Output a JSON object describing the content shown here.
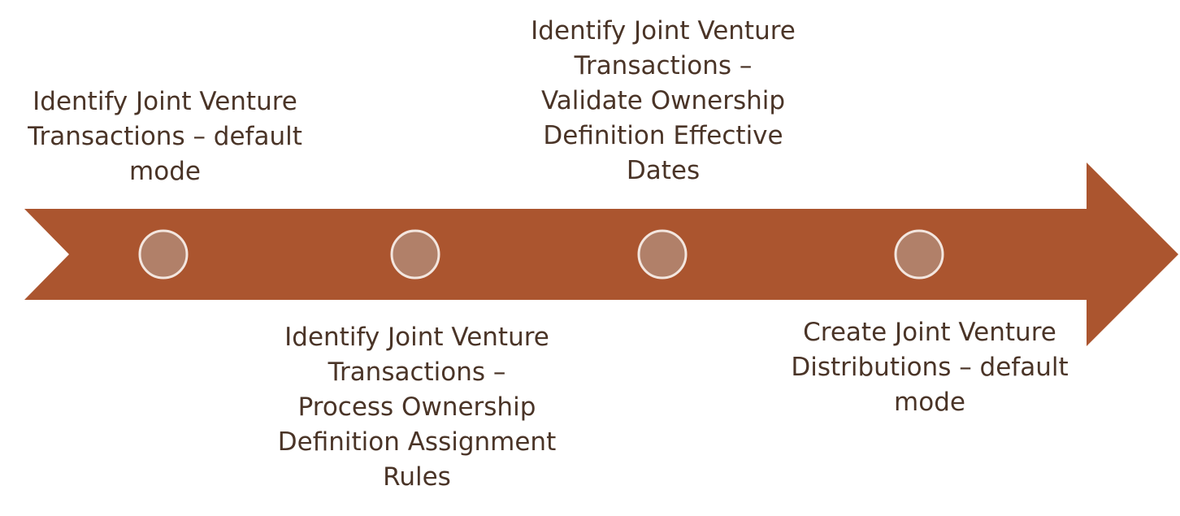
{
  "colors": {
    "arrow": "#ab552f",
    "milestone_fill": "#b18069",
    "milestone_stroke": "#f3e6df",
    "text": "#4a3427"
  },
  "steps": [
    {
      "label": "Identify Joint Venture\nTransactions – default\nmode"
    },
    {
      "label": "Identify Joint Venture\nTransactions –\nProcess Ownership\nDefinition Assignment\nRules"
    },
    {
      "label": "Identify Joint Venture\nTransactions –\nValidate Ownership\nDefinition Effective\nDates"
    },
    {
      "label": "Create Joint Venture\nDistributions – default\nmode"
    }
  ]
}
